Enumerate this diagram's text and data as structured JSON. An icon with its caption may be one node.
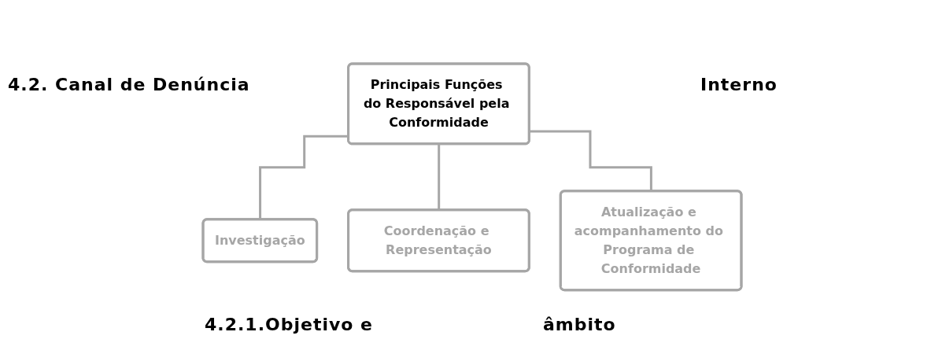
{
  "diagram": {
    "nodes": [
      {
        "text": [
          "Principais Funções do Responsável pela Conformidade"
        ]
      },
      {
        "text": [
          "Investigação"
        ]
      },
      {
        "text": [
          "Coordenação e Representação"
        ]
      },
      {
        "text": [
          "Atualização e acompanhamento do Programa de Conformidade"
        ]
      }
    ],
    "edges": [
      {
        "from": 0,
        "to": 1,
        "arrow": "none"
      },
      {
        "from": 0,
        "to": 2,
        "arrow": "none"
      },
      {
        "from": 0,
        "to": 3,
        "arrow": "none"
      }
    ],
    "labels": [
      "4.2. Canal de Denúncia",
      "Interno",
      "4.2.1.Objetivo e",
      "âmbito"
    ]
  }
}
